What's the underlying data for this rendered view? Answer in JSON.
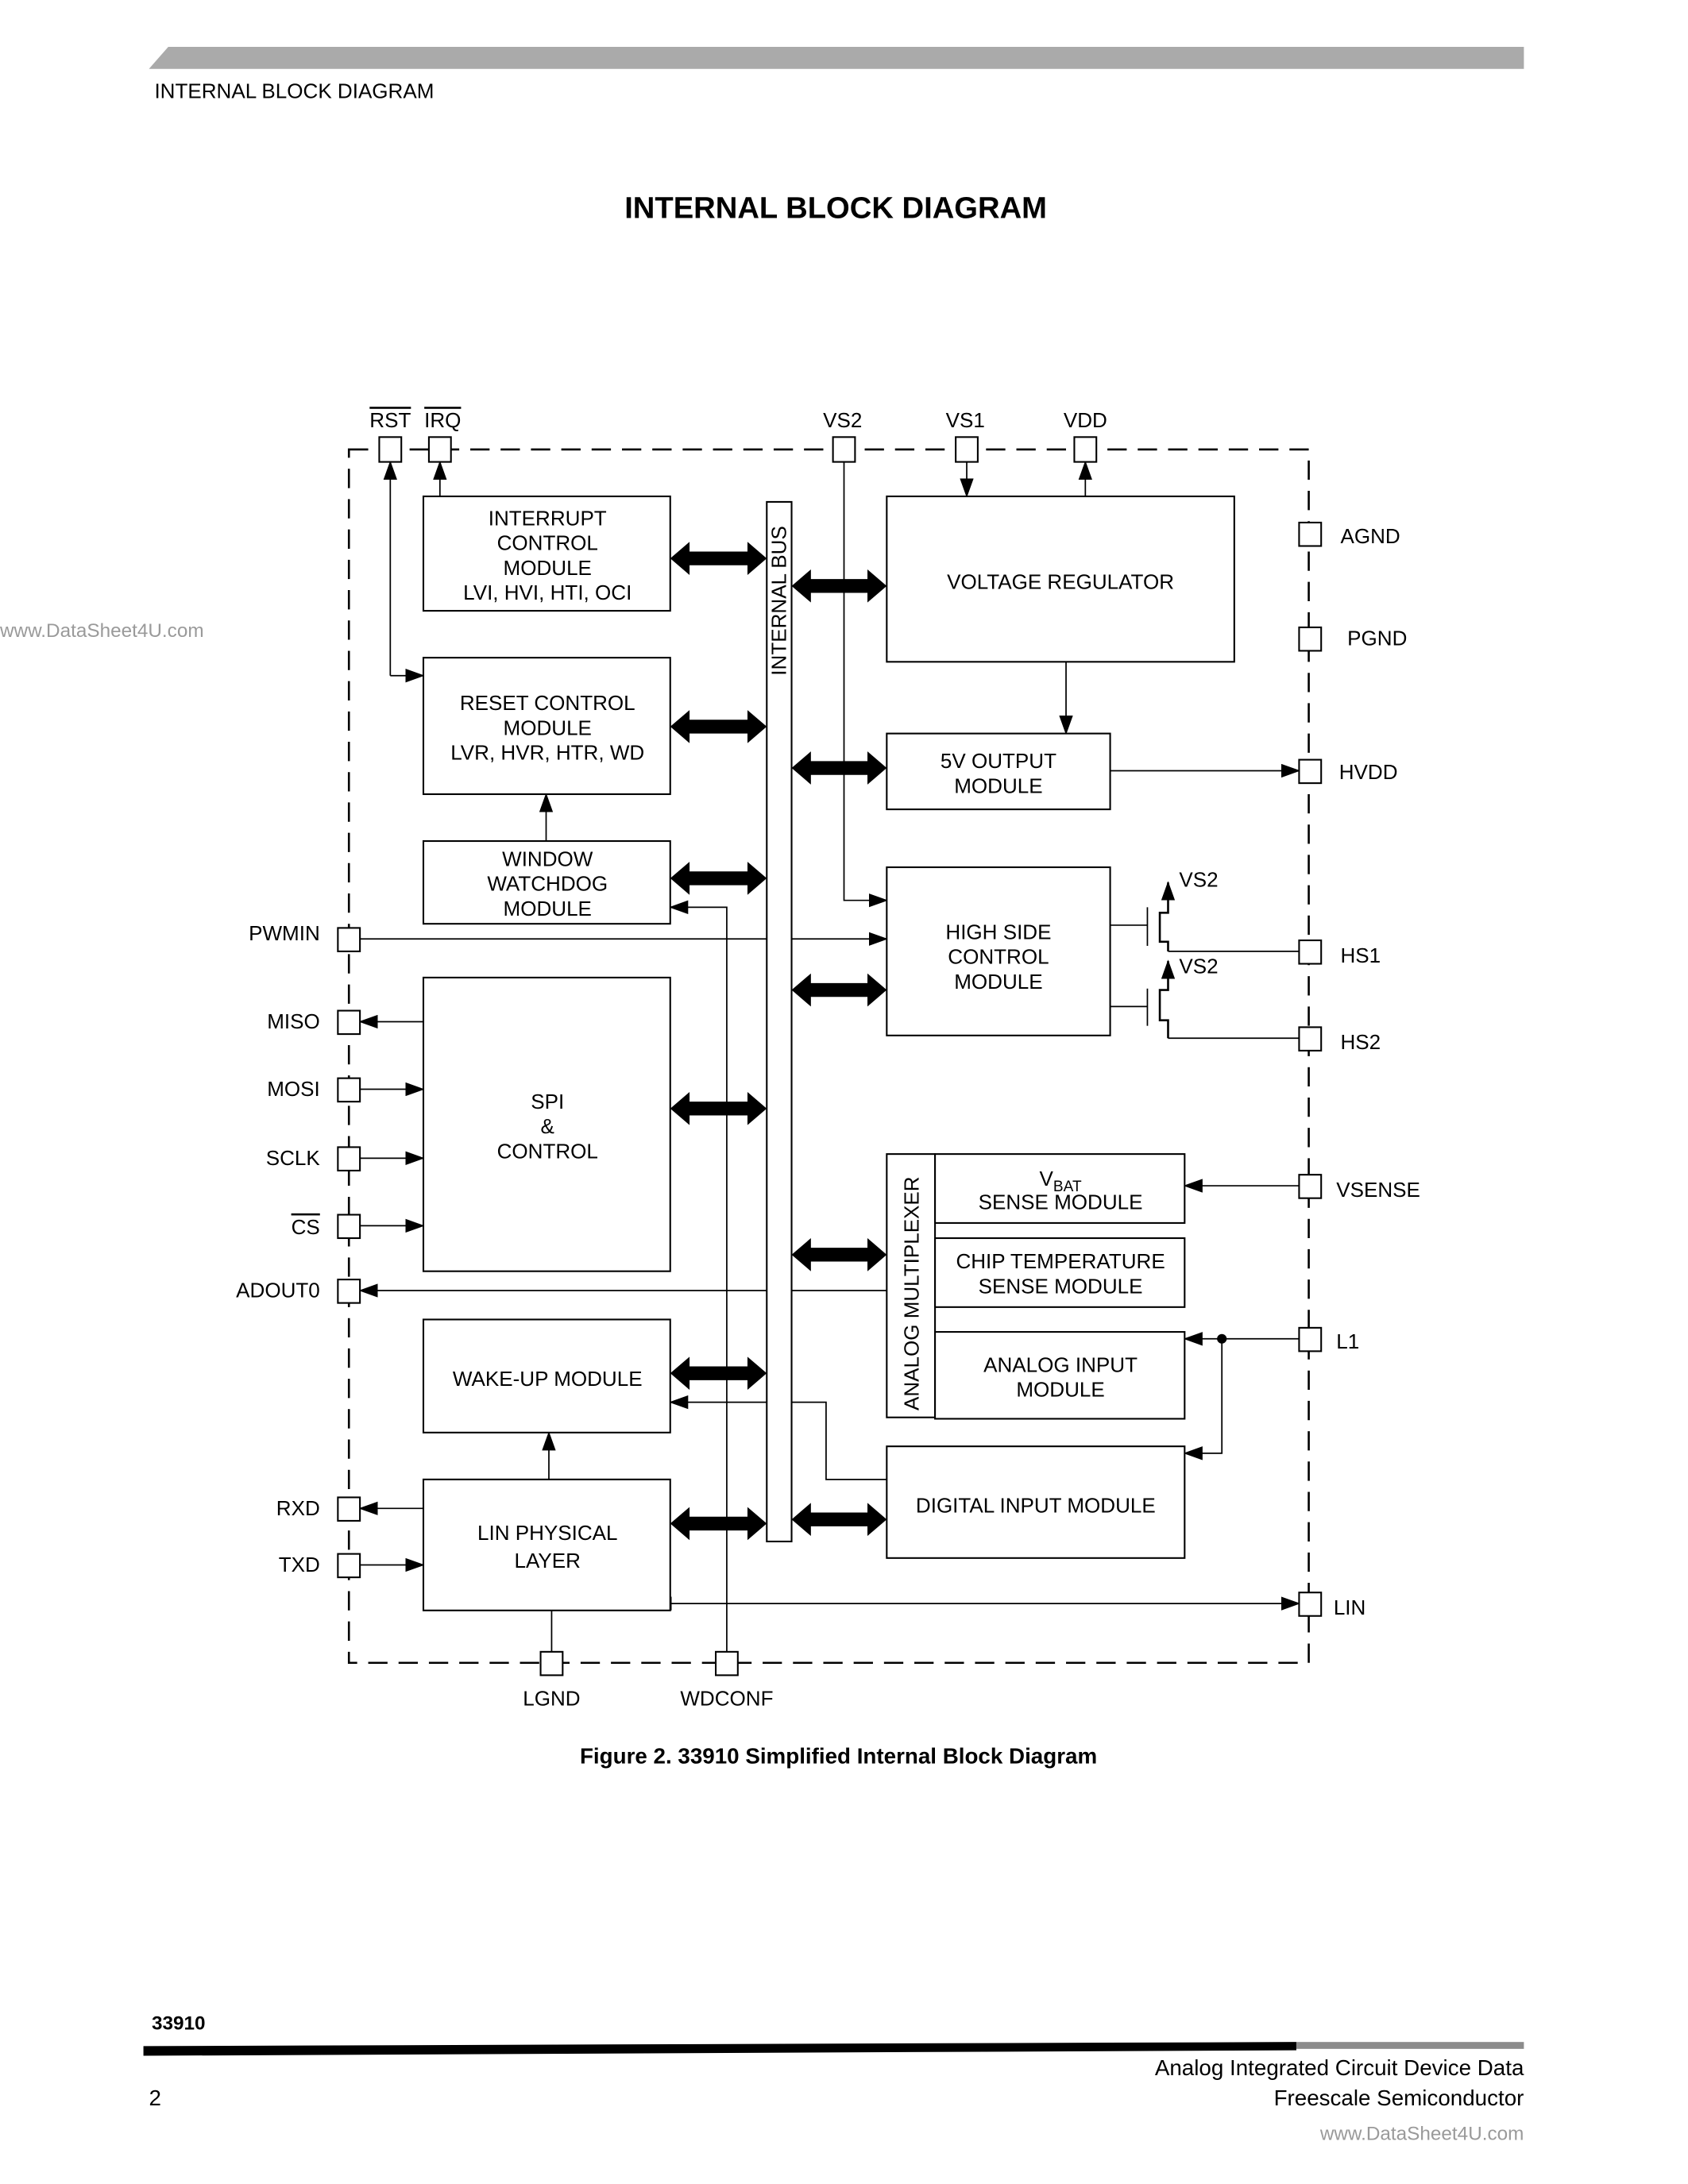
{
  "header": {
    "section": "INTERNAL BLOCK DIAGRAM"
  },
  "title": "INTERNAL BLOCK DIAGRAM",
  "watermarks": {
    "left": "www.DataSheet4U.com",
    "footer": "www.DataSheet4U.com"
  },
  "pins": {
    "top": {
      "rst": "RST",
      "irq": "IRQ",
      "vs2": "VS2",
      "vs1": "VS1",
      "vdd": "VDD"
    },
    "right": {
      "agnd": "AGND",
      "pgnd": "PGND",
      "hvdd": "HVDD",
      "hs1": "HS1",
      "hs2": "HS2",
      "vsense": "VSENSE",
      "l1": "L1",
      "lin": "LIN"
    },
    "left": {
      "pwmin": "PWMIN",
      "miso": "MISO",
      "mosi": "MOSI",
      "sclk": "SCLK",
      "cs": "CS",
      "adout0": "ADOUT0",
      "rxd": "RXD",
      "txd": "TXD"
    },
    "bottom": {
      "lgnd": "LGND",
      "wdconf": "WDCONF"
    },
    "transistor_supply": [
      "VS2",
      "VS2"
    ]
  },
  "blocks": {
    "interrupt": [
      "INTERRUPT",
      "CONTROL",
      "MODULE",
      "LVI, HVI, HTI, OCI"
    ],
    "reset": [
      "RESET CONTROL",
      "MODULE",
      "LVR, HVR, HTR, WD"
    ],
    "watchdog": [
      "WINDOW",
      "WATCHDOG",
      "MODULE"
    ],
    "spi": [
      "SPI",
      "&",
      "CONTROL"
    ],
    "wakeup": [
      "WAKE-UP MODULE"
    ],
    "lin_phy": [
      "LIN PHYSICAL",
      "LAYER"
    ],
    "internal_bus": "INTERNAL BUS",
    "voltage_regulator": [
      "VOLTAGE REGULATOR"
    ],
    "output_5v": [
      "5V OUTPUT",
      "MODULE"
    ],
    "high_side": [
      "HIGH SIDE",
      "CONTROL",
      "MODULE"
    ],
    "analog_mux": "ANALOG MULTIPLEXER",
    "vbat_sense": {
      "v": "V",
      "sub": "BAT",
      "line2": "SENSE MODULE"
    },
    "chip_temp": [
      "CHIP TEMPERATURE",
      "SENSE MODULE"
    ],
    "analog_input": [
      "ANALOG INPUT",
      "MODULE"
    ],
    "digital_input": [
      "DIGITAL INPUT MODULE"
    ]
  },
  "caption": "Figure 2. 33910 Simplified Internal Block Diagram",
  "footer": {
    "part_number": "33910",
    "doc_type": "Analog Integrated Circuit Device Data",
    "page_number": "2",
    "company": "Freescale Semiconductor"
  },
  "colors": {
    "header_bar": "#aaaaaa",
    "footer_rule": "#000000",
    "footer_rule_tail": "#8c8c8c",
    "watermark": "#9a9a9a"
  }
}
